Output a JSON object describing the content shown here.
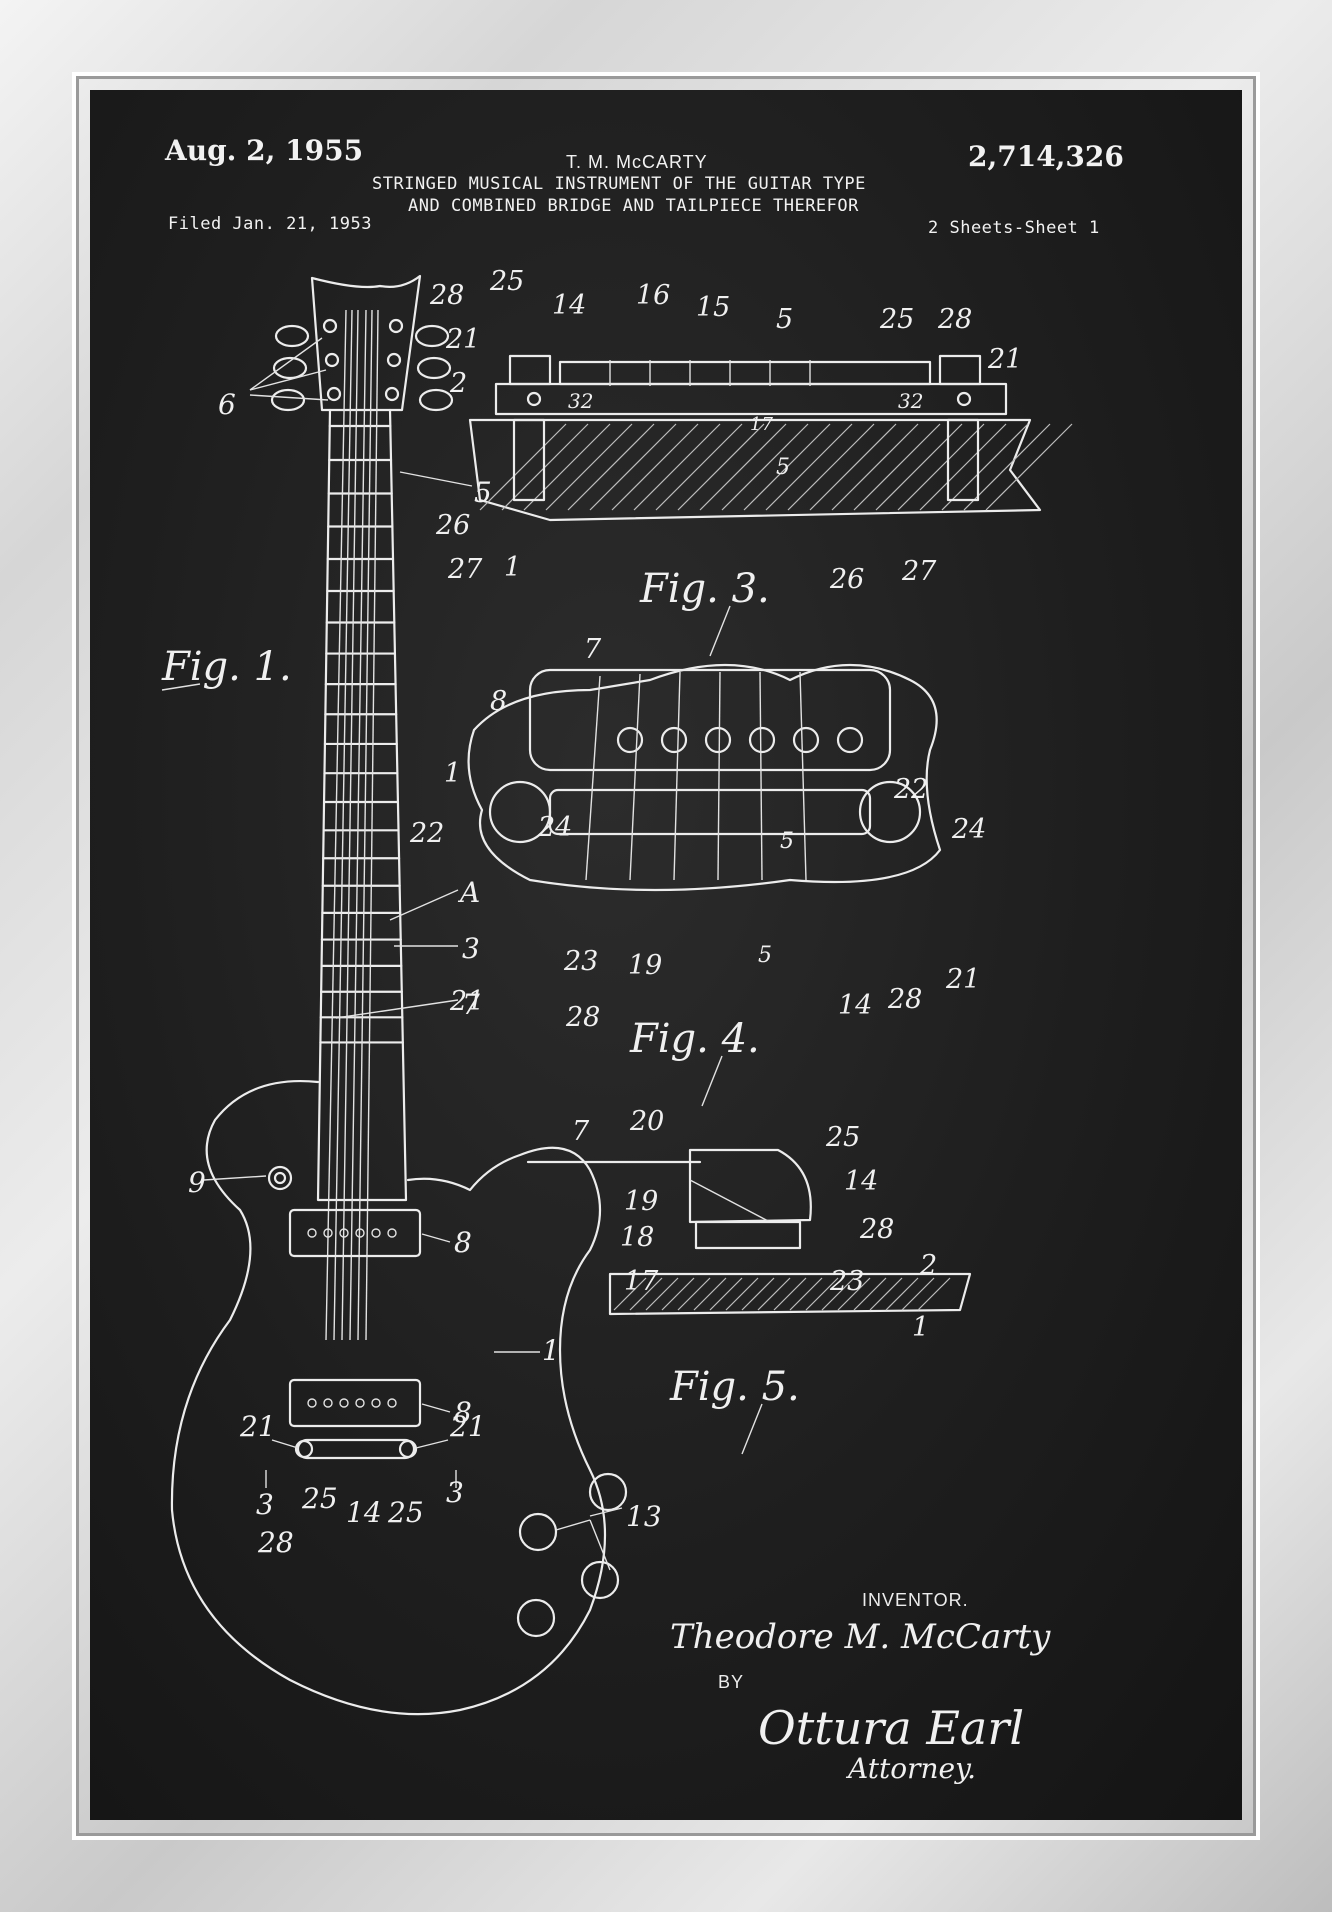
{
  "header": {
    "date": "Aug. 2, 1955",
    "inventor_name": "T. M. McCARTY",
    "patent_number": "2,714,326",
    "title_line1": "STRINGED MUSICAL INSTRUMENT OF THE GUITAR TYPE",
    "title_line2": "AND COMBINED BRIDGE AND TAILPIECE THEREFOR",
    "filed": "Filed Jan. 21, 1953",
    "sheets": "2 Sheets-Sheet 1"
  },
  "figures": {
    "fig1": "Fig. 1.",
    "fig3": "Fig. 3.",
    "fig4": "Fig. 4.",
    "fig5": "Fig. 5."
  },
  "signature": {
    "inventor_label": "INVENTOR.",
    "inventor": "Theodore M. McCarty",
    "by": "BY",
    "attorney_name": "Ottura Earl",
    "attorney_label": "Attorney."
  },
  "labels": {
    "fig1": [
      "6",
      "5",
      "A",
      "3",
      "7",
      "9",
      "8",
      "8",
      "1",
      "21",
      "21",
      "3",
      "3",
      "25",
      "14",
      "25",
      "28",
      "13"
    ],
    "fig3": [
      "28",
      "25",
      "14",
      "16",
      "15",
      "5",
      "25",
      "28",
      "21",
      "21",
      "2",
      "32",
      "32",
      "17",
      "5",
      "26",
      "27",
      "1",
      "26",
      "27"
    ],
    "fig4": [
      "7",
      "8",
      "1",
      "22",
      "24",
      "22",
      "24",
      "5",
      "5",
      "21",
      "23",
      "19",
      "28",
      "14",
      "28",
      "21"
    ],
    "fig5": [
      "7",
      "20",
      "25",
      "14",
      "19",
      "18",
      "28",
      "17",
      "23",
      "2",
      "1"
    ]
  },
  "colors": {
    "board": "#1e1e1e",
    "ink": "#ececec",
    "frame": "#d8d8d8"
  }
}
